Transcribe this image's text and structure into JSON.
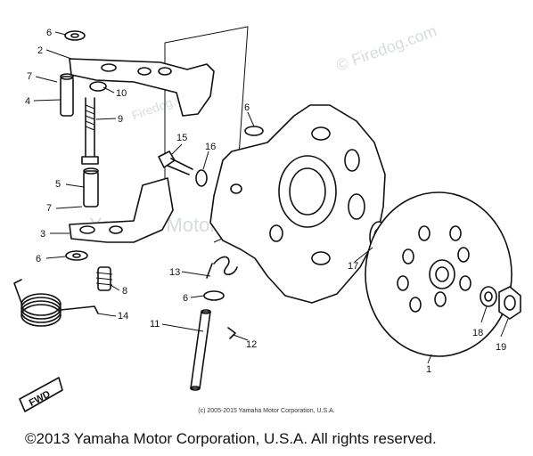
{
  "diagram": {
    "part_callouts": [
      "1",
      "2",
      "3",
      "4",
      "5",
      "6",
      "7",
      "8",
      "9",
      "10",
      "11",
      "12",
      "13",
      "14",
      "15",
      "16",
      "17",
      "18",
      "19"
    ],
    "callouts": {
      "c1": "1",
      "c2": "2",
      "c3": "3",
      "c4": "4",
      "c5": "5",
      "c6a": "6",
      "c6b": "6",
      "c6c": "6",
      "c6d": "6",
      "c7a": "7",
      "c7b": "7",
      "c8": "8",
      "c9": "9",
      "c10": "10",
      "c11": "11",
      "c12": "12",
      "c13": "13",
      "c14": "14",
      "c15": "15",
      "c16": "16",
      "c17": "17",
      "c18": "18",
      "c19": "19"
    },
    "fwd_marker": "FWD"
  },
  "watermarks": {
    "firedog": "© Firedog.com",
    "firedog_mid": "Firedog.com",
    "yamaha_overlay": "Yamaha Motor Corp., U.S.A."
  },
  "footer": {
    "small_copyright": "(c) 2005-2015 Yamaha Motor Corporation, U.S.A.",
    "main_copyright": "©2013 Yamaha Motor Corporation, U.S.A. All rights reserved."
  }
}
